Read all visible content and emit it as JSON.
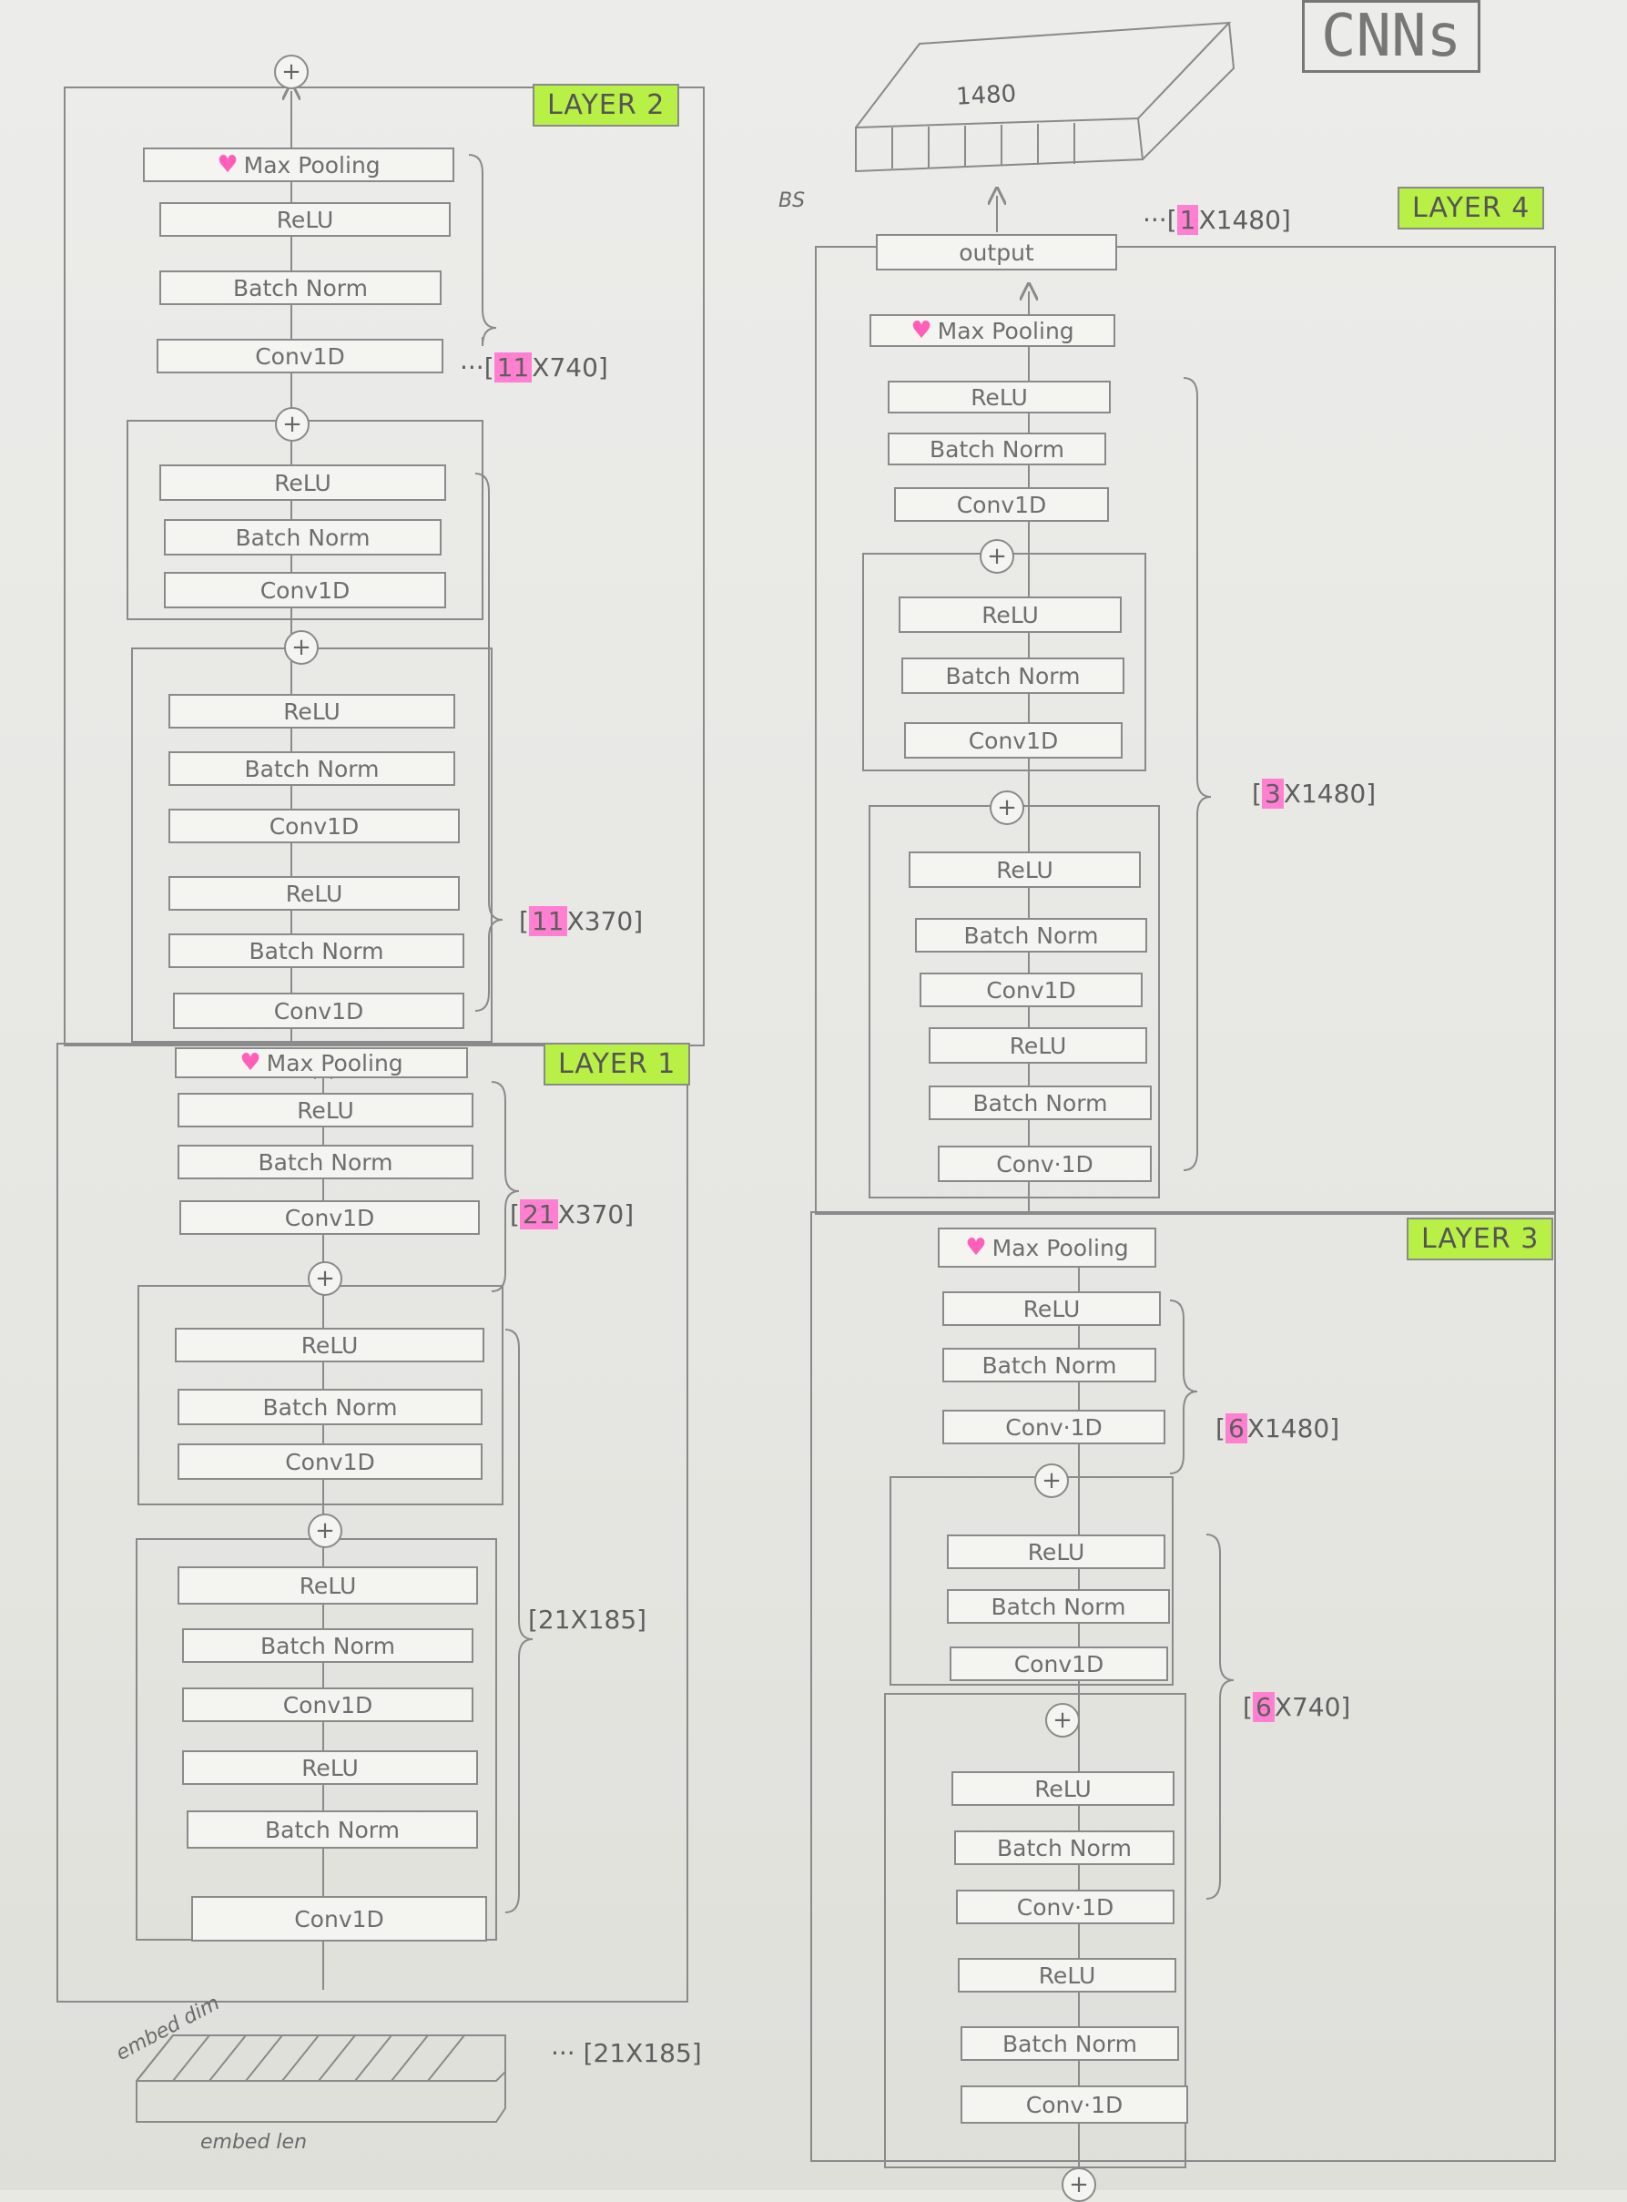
{
  "title": "CNNs",
  "labels": {
    "conv": "Conv1D",
    "conv_dot": "Conv·1D",
    "bn": "Batch Norm",
    "relu": "ReLU",
    "pool": "Max Pooling",
    "output": "output",
    "plus": "+"
  },
  "layers": {
    "l1": {
      "tag": "LAYER 1",
      "dim_a": "21",
      "dim_a_rest": "X370]",
      "dim_b": "[21X185]"
    },
    "l2": {
      "tag": "LAYER 2",
      "dim_a": "11",
      "dim_a_rest": "X740]",
      "dim_b": "11",
      "dim_b_rest": "X370]"
    },
    "l3": {
      "tag": "LAYER 3",
      "dim_a": "6",
      "dim_a_rest": "X1480]",
      "dim_b": "6",
      "dim_b_rest": "X740]"
    },
    "l4": {
      "tag": "LAYER 4",
      "dim_a": "3",
      "dim_a_rest": "X1480]",
      "dim_out": "1",
      "dim_out_rest": "X1480]"
    }
  },
  "input": {
    "dim": "[21X185]",
    "embed_dim": "embed dim",
    "embed_len": "embed len"
  },
  "output": {
    "size": "1480",
    "bs": "BS"
  }
}
